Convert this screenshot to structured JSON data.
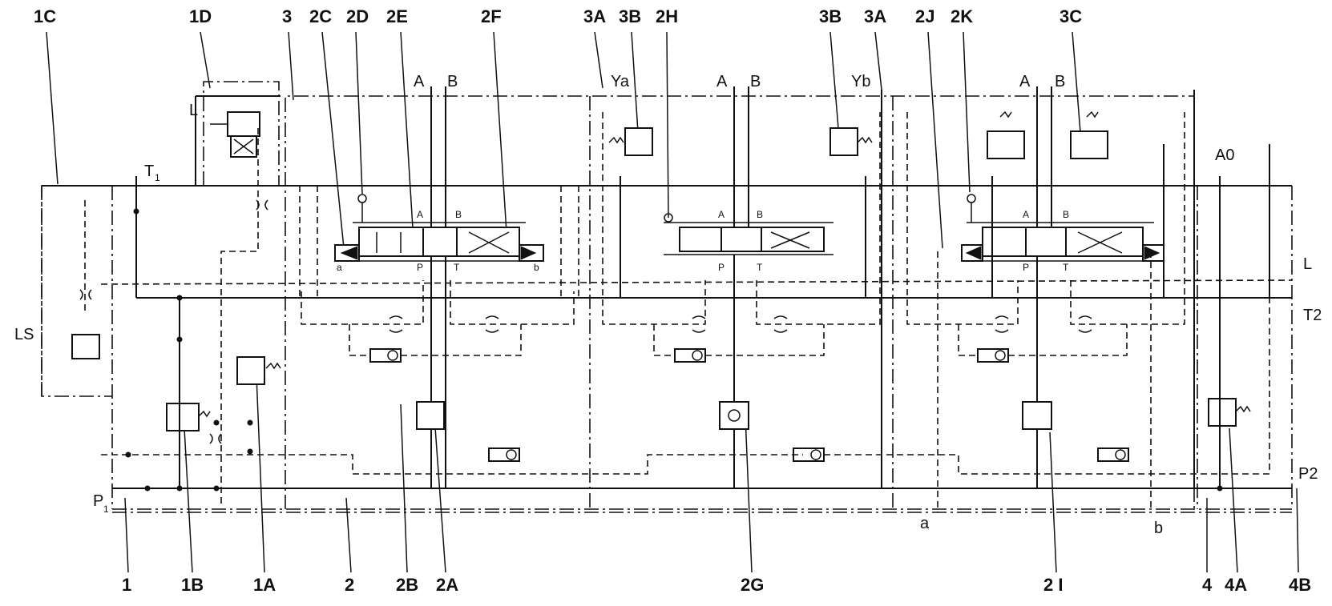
{
  "callouts_top": [
    {
      "id": "1C",
      "label": "1C"
    },
    {
      "id": "1D",
      "label": "1D"
    },
    {
      "id": "3",
      "label": "3"
    },
    {
      "id": "2C",
      "label": "2C"
    },
    {
      "id": "2D",
      "label": "2D"
    },
    {
      "id": "2E",
      "label": "2E"
    },
    {
      "id": "2F",
      "label": "2F"
    },
    {
      "id": "3A-left",
      "label": "3A"
    },
    {
      "id": "3B-left",
      "label": "3B"
    },
    {
      "id": "2H",
      "label": "2H"
    },
    {
      "id": "3B-right",
      "label": "3B"
    },
    {
      "id": "3A-right",
      "label": "3A"
    },
    {
      "id": "2J",
      "label": "2J"
    },
    {
      "id": "2K",
      "label": "2K"
    },
    {
      "id": "3C",
      "label": "3C"
    }
  ],
  "callouts_bottom": [
    {
      "id": "1",
      "label": "1"
    },
    {
      "id": "1B",
      "label": "1B"
    },
    {
      "id": "1A",
      "label": "1A"
    },
    {
      "id": "2",
      "label": "2"
    },
    {
      "id": "2B",
      "label": "2B"
    },
    {
      "id": "2A",
      "label": "2A"
    },
    {
      "id": "2G",
      "label": "2G"
    },
    {
      "id": "2I",
      "label": "2 I"
    },
    {
      "id": "4",
      "label": "4"
    },
    {
      "id": "4A",
      "label": "4A"
    },
    {
      "id": "4B",
      "label": "4B"
    }
  ],
  "ports": {
    "t1": "T",
    "t1_sub": "1",
    "p1": "P",
    "p1_sub": "1",
    "l_left": "L",
    "ls": "LS",
    "l_right": "L",
    "t2": "T2",
    "p2": "P2",
    "a0": "A0",
    "a_bottom": "a",
    "b_bottom": "b"
  },
  "section1": {
    "a": "A",
    "b": "B",
    "spool_a": "A",
    "spool_b": "B",
    "spool_p": "P",
    "spool_t": "T",
    "sol_a": "a",
    "sol_b": "b"
  },
  "section2": {
    "ya": "Ya",
    "yb": "Yb",
    "a": "A",
    "b": "B",
    "spool_a": "A",
    "spool_b": "B",
    "spool_p": "P",
    "spool_t": "T"
  },
  "section3": {
    "a": "A",
    "b": "B",
    "spool_a": "A",
    "spool_b": "B",
    "spool_p": "P",
    "spool_t": "T"
  }
}
